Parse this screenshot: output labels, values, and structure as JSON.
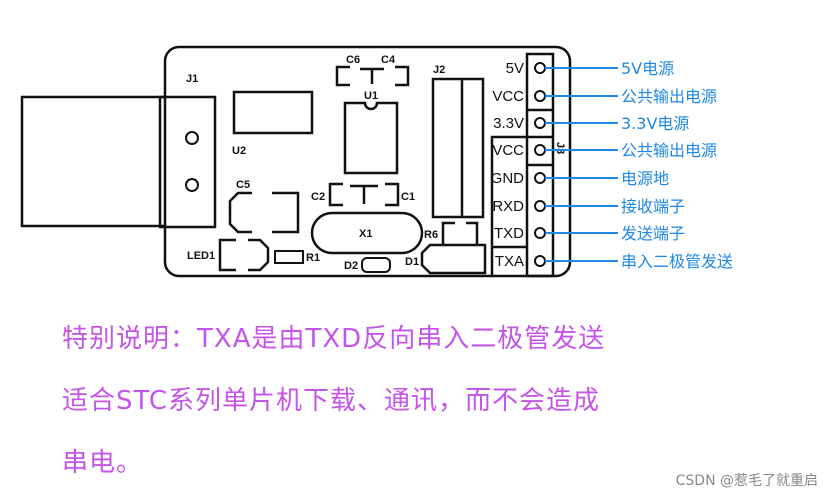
{
  "components": {
    "J1": "J1",
    "U2": "U2",
    "C6": "C6",
    "C4": "C4",
    "U1": "U1",
    "J2": "J2",
    "C5": "C5",
    "C2": "C2",
    "C1": "C1",
    "X1": "X1",
    "R6": "R6",
    "LED1": "LED1",
    "R1": "R1",
    "D2": "D2",
    "D1": "D1",
    "J3": "J3"
  },
  "pins": [
    {
      "label": "5V",
      "annotation": "5V电源"
    },
    {
      "label": "VCC",
      "annotation": "公共输出电源"
    },
    {
      "label": "3.3V",
      "annotation": "3.3V电源"
    },
    {
      "label": "VCC",
      "annotation": "公共输出电源"
    },
    {
      "label": "GND",
      "annotation": "电源地"
    },
    {
      "label": "RXD",
      "annotation": "接收端子"
    },
    {
      "label": "TXD",
      "annotation": "发送端子"
    },
    {
      "label": "TXA",
      "annotation": "串入二极管发送"
    }
  ],
  "note": {
    "lines": [
      "特别说明：TXA是由TXD反向串入二极管发送",
      "适合STC系列单片机下载、通讯，而不会造成",
      "串电。"
    ]
  },
  "watermark": "CSDN @惹毛了就重启",
  "colors": {
    "annotation": "#1e88e5",
    "note": "#c455e8"
  }
}
